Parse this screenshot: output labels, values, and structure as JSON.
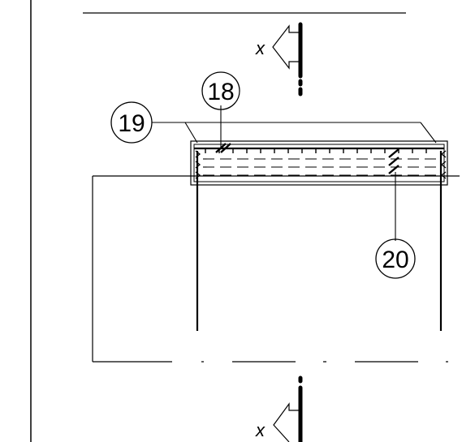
{
  "drawing": {
    "callouts": [
      {
        "id": "callout-18",
        "label": "18"
      },
      {
        "id": "callout-19",
        "label": "19"
      },
      {
        "id": "callout-20",
        "label": "20"
      }
    ],
    "section_markers": [
      {
        "id": "section-marker-top",
        "label": "x"
      },
      {
        "id": "section-marker-bottom",
        "label": "x"
      }
    ],
    "colors": {
      "line": "#000000",
      "background": "#ffffff"
    }
  }
}
